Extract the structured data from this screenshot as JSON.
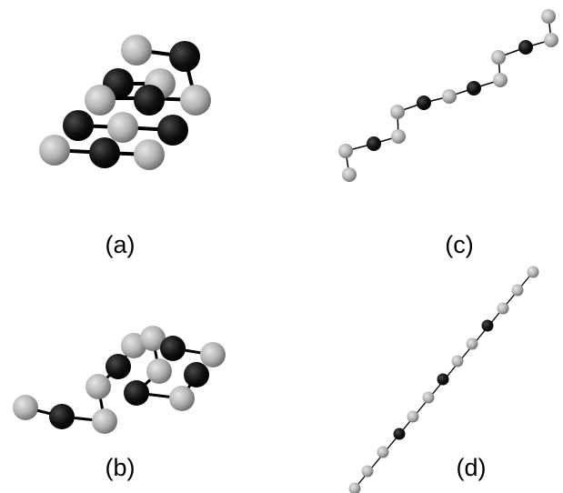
{
  "figure": {
    "panels": [
      {
        "id": "a",
        "label": "(a)"
      },
      {
        "id": "b",
        "label": "(b)"
      },
      {
        "id": "c",
        "label": "(c)"
      },
      {
        "id": "d",
        "label": "(d)"
      }
    ],
    "atom_colors": {
      "light": "#b4b4b4",
      "dark": "#101010"
    }
  }
}
